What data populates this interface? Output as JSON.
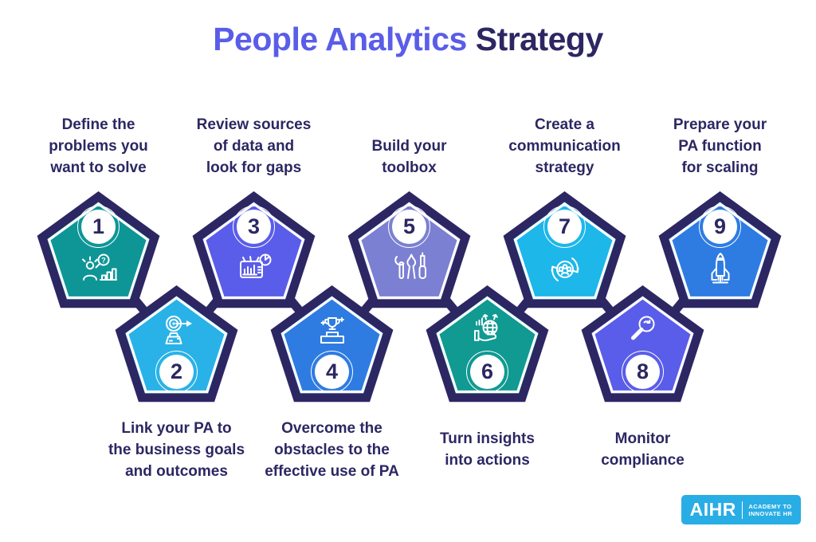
{
  "title": {
    "accent": "People Analytics",
    "rest": "Strategy"
  },
  "colors": {
    "navy": "#2c2762",
    "accent": "#5a5de8",
    "background": "#ffffff",
    "logo_bg": "#29ade5"
  },
  "steps": [
    {
      "number": "1",
      "row": "top",
      "color": "#0e9697",
      "icon": "person-insight",
      "label": "Define the problems you want to solve",
      "label_lines": [
        "Define the",
        "problems you",
        "want to solve"
      ]
    },
    {
      "number": "2",
      "row": "bottom",
      "color": "#29b2e7",
      "icon": "target-arrow",
      "label": "Link your PA to the business goals and outcomes",
      "label_lines": [
        "Link your PA to",
        "the business goals",
        "and outcomes"
      ]
    },
    {
      "number": "3",
      "row": "top",
      "color": "#5a5de9",
      "icon": "dashboard-charts",
      "label": "Review sources of data and look for gaps",
      "label_lines": [
        "Review sources",
        "of data and",
        "look for gaps"
      ]
    },
    {
      "number": "4",
      "row": "bottom",
      "color": "#2e7ce2",
      "icon": "trophy-podium",
      "label": "Overcome the obstacles to the effective use of PA",
      "label_lines": [
        "Overcome the",
        "obstacles to the",
        "effective use of PA"
      ]
    },
    {
      "number": "5",
      "row": "top",
      "color": "#7b80d2",
      "icon": "toolbox-tools",
      "label": "Build your toolbox",
      "label_lines": [
        "Build your",
        "toolbox"
      ]
    },
    {
      "number": "6",
      "row": "bottom",
      "color": "#109a92",
      "icon": "hand-globe",
      "label": "Turn insights into actions",
      "label_lines": [
        "Turn insights",
        "into actions"
      ]
    },
    {
      "number": "7",
      "row": "top",
      "color": "#1db7ea",
      "icon": "people-sync",
      "label": "Create a communication strategy",
      "label_lines": [
        "Create a",
        "communication",
        "strategy"
      ]
    },
    {
      "number": "8",
      "row": "bottom",
      "color": "#5a5de9",
      "icon": "magnifier",
      "label": "Monitor compliance",
      "label_lines": [
        "Monitor",
        "compliance"
      ]
    },
    {
      "number": "9",
      "row": "top",
      "color": "#2e7ce2",
      "icon": "rocket",
      "label": "Prepare your PA function for scaling",
      "label_lines": [
        "Prepare your",
        "PA function",
        "for scaling"
      ]
    }
  ],
  "logo": {
    "brand": "AIHR",
    "tagline_line1": "ACADEMY TO",
    "tagline_line2": "INNOVATE HR"
  }
}
